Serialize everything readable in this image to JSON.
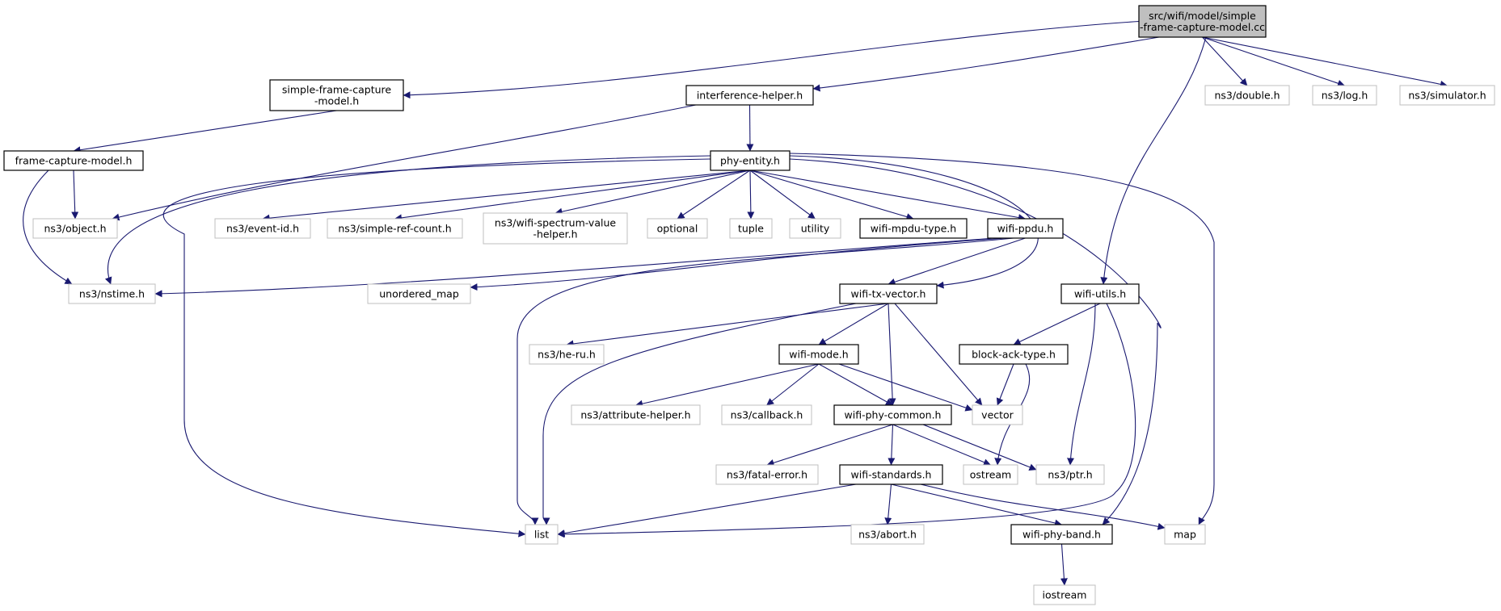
{
  "diagram": {
    "nodes": [
      {
        "id": "root",
        "lines": [
          "src/wifi/model/simple",
          "-frame-capture-model.cc"
        ],
        "kind": "root"
      },
      {
        "id": "simple-frame-capture-model-h",
        "lines": [
          "simple-frame-capture",
          "-model.h"
        ],
        "kind": "project"
      },
      {
        "id": "interference-helper-h",
        "lines": [
          "interference-helper.h"
        ],
        "kind": "project"
      },
      {
        "id": "ns3-double-h",
        "lines": [
          "ns3/double.h"
        ],
        "kind": "system"
      },
      {
        "id": "ns3-log-h",
        "lines": [
          "ns3/log.h"
        ],
        "kind": "system"
      },
      {
        "id": "ns3-simulator-h",
        "lines": [
          "ns3/simulator.h"
        ],
        "kind": "system"
      },
      {
        "id": "frame-capture-model-h",
        "lines": [
          "frame-capture-model.h"
        ],
        "kind": "project"
      },
      {
        "id": "phy-entity-h",
        "lines": [
          "phy-entity.h"
        ],
        "kind": "project"
      },
      {
        "id": "ns3-object-h",
        "lines": [
          "ns3/object.h"
        ],
        "kind": "system"
      },
      {
        "id": "ns3-event-id-h",
        "lines": [
          "ns3/event-id.h"
        ],
        "kind": "system"
      },
      {
        "id": "ns3-simple-ref-count-h",
        "lines": [
          "ns3/simple-ref-count.h"
        ],
        "kind": "system"
      },
      {
        "id": "ns3-wifi-spectrum-value-helper-h",
        "lines": [
          "ns3/wifi-spectrum-value",
          "-helper.h"
        ],
        "kind": "system"
      },
      {
        "id": "optional",
        "lines": [
          "optional"
        ],
        "kind": "system"
      },
      {
        "id": "tuple",
        "lines": [
          "tuple"
        ],
        "kind": "system"
      },
      {
        "id": "utility",
        "lines": [
          "utility"
        ],
        "kind": "system"
      },
      {
        "id": "wifi-mpdu-type-h",
        "lines": [
          "wifi-mpdu-type.h"
        ],
        "kind": "project"
      },
      {
        "id": "wifi-ppdu-h",
        "lines": [
          "wifi-ppdu.h"
        ],
        "kind": "project"
      },
      {
        "id": "ns3-nstime-h",
        "lines": [
          "ns3/nstime.h"
        ],
        "kind": "system"
      },
      {
        "id": "unordered-map",
        "lines": [
          "unordered_map"
        ],
        "kind": "system"
      },
      {
        "id": "wifi-tx-vector-h",
        "lines": [
          "wifi-tx-vector.h"
        ],
        "kind": "project"
      },
      {
        "id": "wifi-utils-h",
        "lines": [
          "wifi-utils.h"
        ],
        "kind": "project"
      },
      {
        "id": "ns3-he-ru-h",
        "lines": [
          "ns3/he-ru.h"
        ],
        "kind": "system"
      },
      {
        "id": "wifi-mode-h",
        "lines": [
          "wifi-mode.h"
        ],
        "kind": "project"
      },
      {
        "id": "block-ack-type-h",
        "lines": [
          "block-ack-type.h"
        ],
        "kind": "project"
      },
      {
        "id": "ns3-attribute-helper-h",
        "lines": [
          "ns3/attribute-helper.h"
        ],
        "kind": "system"
      },
      {
        "id": "ns3-callback-h",
        "lines": [
          "ns3/callback.h"
        ],
        "kind": "system"
      },
      {
        "id": "wifi-phy-common-h",
        "lines": [
          "wifi-phy-common.h"
        ],
        "kind": "project"
      },
      {
        "id": "vector",
        "lines": [
          "vector"
        ],
        "kind": "system"
      },
      {
        "id": "ns3-fatal-error-h",
        "lines": [
          "ns3/fatal-error.h"
        ],
        "kind": "system"
      },
      {
        "id": "wifi-standards-h",
        "lines": [
          "wifi-standards.h"
        ],
        "kind": "project"
      },
      {
        "id": "ostream",
        "lines": [
          "ostream"
        ],
        "kind": "system"
      },
      {
        "id": "ns3-ptr-h",
        "lines": [
          "ns3/ptr.h"
        ],
        "kind": "system"
      },
      {
        "id": "list",
        "lines": [
          "list"
        ],
        "kind": "system"
      },
      {
        "id": "ns3-abort-h",
        "lines": [
          "ns3/abort.h"
        ],
        "kind": "system"
      },
      {
        "id": "wifi-phy-band-h",
        "lines": [
          "wifi-phy-band.h"
        ],
        "kind": "project"
      },
      {
        "id": "map",
        "lines": [
          "map"
        ],
        "kind": "system"
      },
      {
        "id": "iostream",
        "lines": [
          "iostream"
        ],
        "kind": "system"
      }
    ],
    "edges": [
      [
        "root",
        "simple-frame-capture-model-h"
      ],
      [
        "root",
        "interference-helper-h"
      ],
      [
        "root",
        "ns3-double-h"
      ],
      [
        "root",
        "ns3-log-h"
      ],
      [
        "root",
        "ns3-simulator-h"
      ],
      [
        "root",
        "wifi-utils-h"
      ],
      [
        "simple-frame-capture-model-h",
        "frame-capture-model-h"
      ],
      [
        "frame-capture-model-h",
        "ns3-object-h"
      ],
      [
        "frame-capture-model-h",
        "ns3-nstime-h"
      ],
      [
        "interference-helper-h",
        "phy-entity-h"
      ],
      [
        "interference-helper-h",
        "ns3-object-h"
      ],
      [
        "phy-entity-h",
        "ns3-event-id-h"
      ],
      [
        "phy-entity-h",
        "ns3-simple-ref-count-h"
      ],
      [
        "phy-entity-h",
        "ns3-wifi-spectrum-value-helper-h"
      ],
      [
        "phy-entity-h",
        "optional"
      ],
      [
        "phy-entity-h",
        "tuple"
      ],
      [
        "phy-entity-h",
        "utility"
      ],
      [
        "phy-entity-h",
        "wifi-mpdu-type-h"
      ],
      [
        "phy-entity-h",
        "wifi-ppdu-h"
      ],
      [
        "phy-entity-h",
        "ns3-nstime-h"
      ],
      [
        "phy-entity-h",
        "list"
      ],
      [
        "phy-entity-h",
        "wifi-tx-vector-h"
      ],
      [
        "phy-entity-h",
        "wifi-phy-band-h"
      ],
      [
        "phy-entity-h",
        "map"
      ],
      [
        "wifi-ppdu-h",
        "ns3-nstime-h"
      ],
      [
        "wifi-ppdu-h",
        "unordered-map"
      ],
      [
        "wifi-ppdu-h",
        "wifi-tx-vector-h"
      ],
      [
        "wifi-ppdu-h",
        "list"
      ],
      [
        "wifi-tx-vector-h",
        "ns3-he-ru-h"
      ],
      [
        "wifi-tx-vector-h",
        "wifi-mode-h"
      ],
      [
        "wifi-tx-vector-h",
        "wifi-phy-common-h"
      ],
      [
        "wifi-tx-vector-h",
        "vector"
      ],
      [
        "wifi-tx-vector-h",
        "list"
      ],
      [
        "wifi-mode-h",
        "ns3-attribute-helper-h"
      ],
      [
        "wifi-mode-h",
        "ns3-callback-h"
      ],
      [
        "wifi-mode-h",
        "wifi-phy-common-h"
      ],
      [
        "wifi-mode-h",
        "vector"
      ],
      [
        "wifi-phy-common-h",
        "ns3-fatal-error-h"
      ],
      [
        "wifi-phy-common-h",
        "wifi-standards-h"
      ],
      [
        "wifi-phy-common-h",
        "ostream"
      ],
      [
        "wifi-phy-common-h",
        "ns3-ptr-h"
      ],
      [
        "wifi-standards-h",
        "list"
      ],
      [
        "wifi-standards-h",
        "ns3-abort-h"
      ],
      [
        "wifi-standards-h",
        "wifi-phy-band-h"
      ],
      [
        "wifi-standards-h",
        "map"
      ],
      [
        "wifi-phy-band-h",
        "iostream"
      ],
      [
        "wifi-utils-h",
        "block-ack-type-h"
      ],
      [
        "wifi-utils-h",
        "ns3-ptr-h"
      ],
      [
        "wifi-utils-h",
        "list"
      ],
      [
        "block-ack-type-h",
        "vector"
      ],
      [
        "block-ack-type-h",
        "ostream"
      ]
    ],
    "colors": {
      "edge": "#191970",
      "project_border": "#000000",
      "system_border": "#bfbfbf",
      "root_fill": "#bfbfbf",
      "background": "#ffffff"
    }
  }
}
